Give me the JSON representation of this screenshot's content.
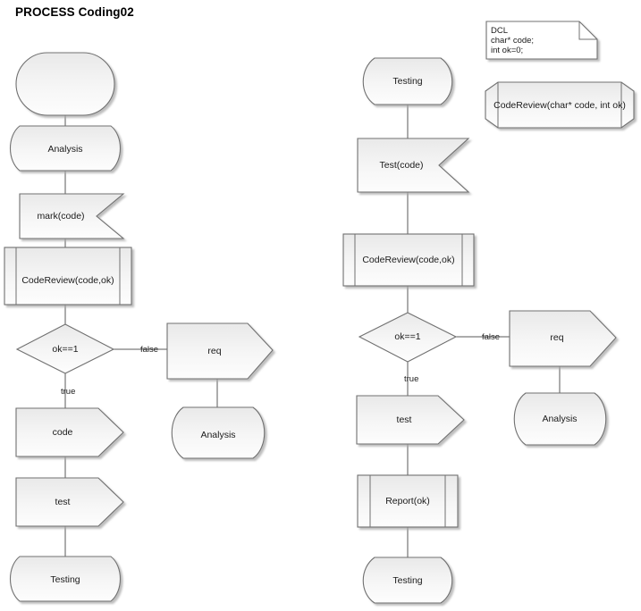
{
  "title": "PROCESS Coding02",
  "colors": {
    "fill_top": "#ececec",
    "fill_bottom": "#fdfdfd",
    "stroke": "#707070",
    "connector": "#5a5a5a",
    "shadow": "#bdbdbd",
    "text": "#1a1a1a",
    "background": "#ffffff"
  },
  "left_column": {
    "nodes": [
      {
        "id": "l-start",
        "label": "",
        "shape": "terminator"
      },
      {
        "id": "l-analysis",
        "label": "Analysis",
        "shape": "barrel"
      },
      {
        "id": "l-mark",
        "label": "mark(code)",
        "shape": "flag"
      },
      {
        "id": "l-codereview",
        "label": "CodeReview(code,ok)",
        "shape": "predefined-process"
      },
      {
        "id": "l-decision",
        "label": "ok==1",
        "shape": "decision"
      },
      {
        "id": "l-code",
        "label": "code",
        "shape": "arrow-pentagon"
      },
      {
        "id": "l-test",
        "label": "test",
        "shape": "arrow-pentagon"
      },
      {
        "id": "l-testing",
        "label": "Testing",
        "shape": "barrel"
      },
      {
        "id": "l-req",
        "label": "req",
        "shape": "arrow-pentagon"
      },
      {
        "id": "l-req-analysis",
        "label": "Analysis",
        "shape": "barrel"
      }
    ],
    "edge_labels": {
      "false": "false",
      "true": "true"
    }
  },
  "right_column": {
    "nodes": [
      {
        "id": "r-testing-top",
        "label": "Testing",
        "shape": "barrel"
      },
      {
        "id": "r-testcode",
        "label": "Test(code)",
        "shape": "flag"
      },
      {
        "id": "r-codereview",
        "label": "CodeReview(code,ok)",
        "shape": "predefined-process"
      },
      {
        "id": "r-decision",
        "label": "ok==1",
        "shape": "decision"
      },
      {
        "id": "r-test",
        "label": "test",
        "shape": "arrow-pentagon"
      },
      {
        "id": "r-report",
        "label": "Report(ok)",
        "shape": "predefined-process"
      },
      {
        "id": "r-testing-bot",
        "label": "Testing",
        "shape": "barrel"
      },
      {
        "id": "r-req",
        "label": "req",
        "shape": "arrow-pentagon"
      },
      {
        "id": "r-req-analysis",
        "label": "Analysis",
        "shape": "barrel"
      }
    ],
    "edge_labels": {
      "false": "false",
      "true": "true"
    }
  },
  "note": {
    "id": "dcl-note",
    "shape": "folded-note",
    "lines": [
      "DCL",
      "char* code;",
      "int ok=0;"
    ]
  },
  "declaration": {
    "id": "codereview-decl",
    "shape": "prepared-hexagon",
    "label": "CodeReview(char* code, int ok)"
  }
}
